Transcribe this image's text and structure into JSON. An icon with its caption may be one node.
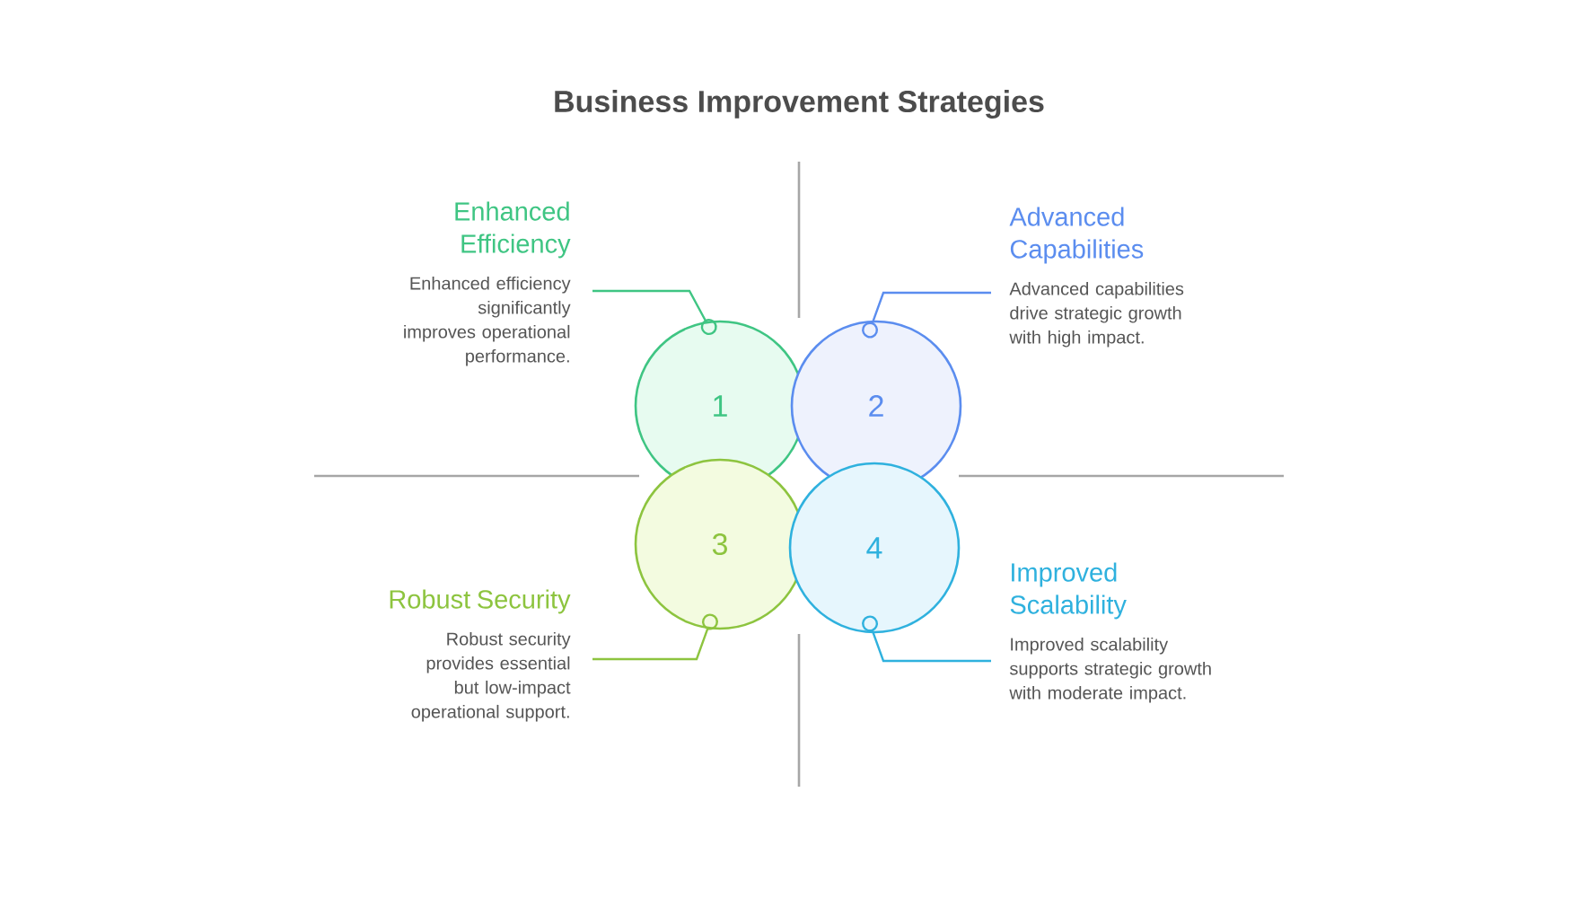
{
  "diagram": {
    "title": "Business Improvement Strategies",
    "nodes": [
      {
        "text": [
          "Enhanced Efficiency",
          "Enhanced efficiency significantly improves operational performance."
        ]
      },
      {
        "text": [
          "Advanced Capabilities",
          "Advanced capabilities drive strategic growth with high impact."
        ]
      },
      {
        "text": [
          "1"
        ]
      },
      {
        "text": [
          "2"
        ]
      },
      {
        "text": [
          "3"
        ]
      },
      {
        "text": [
          "4"
        ]
      },
      {
        "text": [
          "Robust Security",
          "Robust security provides essential but low-impact operational support."
        ]
      },
      {
        "text": [
          "Improved Scalability",
          "Improved scalability supports strategic growth with moderate impact."
        ]
      }
    ],
    "edges": [
      {
        "from": 0,
        "to": 2,
        "arrow": "other",
        "color": "#3fc583"
      },
      {
        "from": 1,
        "to": 3,
        "arrow": "other",
        "color": "#5b8def"
      },
      {
        "from": 6,
        "to": 4,
        "arrow": "other",
        "color": "#8dc43f"
      },
      {
        "from": 7,
        "to": 5,
        "arrow": "other",
        "color": "#2fb1de"
      }
    ]
  }
}
